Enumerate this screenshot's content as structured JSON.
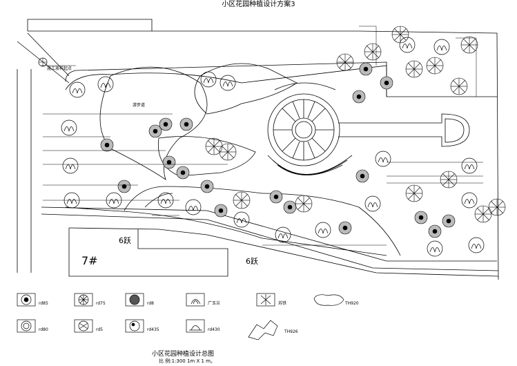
{
  "drawing": {
    "title": "小区花园种植设计方案3",
    "plan_title": "小区花园种植设计总图",
    "scale_note": "比 例:1:300  1m X 1 m。",
    "building_label": "7#",
    "floor_label_1": "6跃",
    "floor_label_2": "6跃",
    "construction_note": "施工放样起点",
    "path_note": "游步道"
  },
  "legend": [
    {
      "symbol": "tree-shrub-a",
      "label": "rd85"
    },
    {
      "symbol": "tree-radial",
      "label": "rd75"
    },
    {
      "symbol": "tree-dark",
      "label": "rd8"
    },
    {
      "symbol": "tree-arc",
      "label": "广玉兰"
    },
    {
      "symbol": "palm",
      "label": "苏铁"
    },
    {
      "symbol": "shrub-group",
      "label": "TH920"
    },
    {
      "symbol": "tree-round",
      "label": "rd80"
    },
    {
      "symbol": "tree-spiky",
      "label": "rd5"
    },
    {
      "symbol": "tree-canopy",
      "label": "rd435"
    },
    {
      "symbol": "tree-lines",
      "label": "rd430"
    },
    {
      "symbol": "hedge-band",
      "label": "TH926"
    }
  ]
}
